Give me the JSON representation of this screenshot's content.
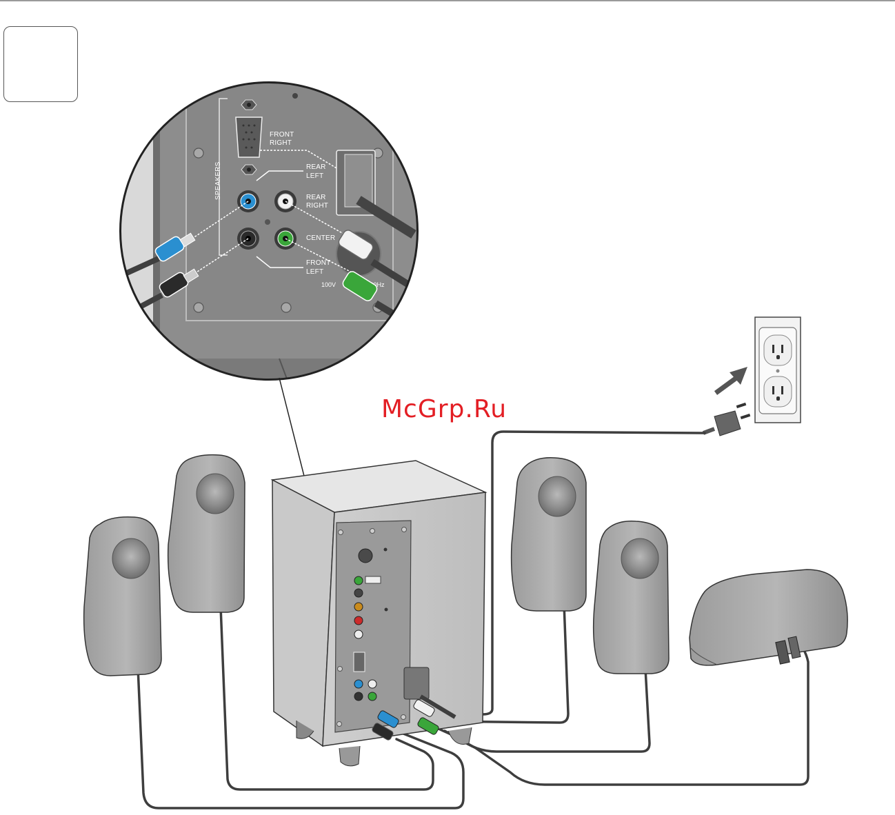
{
  "step": {
    "number": ""
  },
  "watermark": "McGrp.Ru",
  "callout": {
    "group_label": "SPEAKERS",
    "front_right": [
      "FRONT",
      "RIGHT"
    ],
    "rear_left": [
      "REAR",
      "LEFT"
    ],
    "rear_right": [
      "REAR",
      "RIGHT"
    ],
    "center": "CENTER",
    "front_left": [
      "FRONT",
      "LEFT"
    ],
    "voltage_left": "100V",
    "voltage_right": "/60Hz"
  },
  "colors": {
    "jack_blue": "#2a8fd0",
    "jack_green": "#3aa63a",
    "jack_black": "#2a2a2a",
    "jack_white": "#f2f2f2",
    "panel": "#8c8c8c",
    "speaker": "#a9a9a9",
    "cable": "#4a4a4a",
    "watermark": "#e31e24"
  },
  "icons": [
    "wall-outlet-icon",
    "power-plug-icon",
    "arrow-icon"
  ]
}
